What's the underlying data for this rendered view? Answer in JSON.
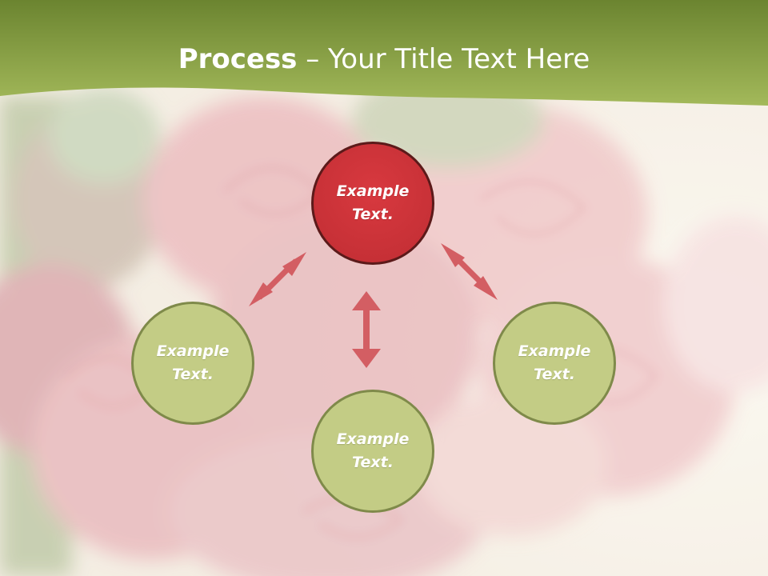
{
  "title": {
    "bold": "Process",
    "rest": " – Your Title Text Here"
  },
  "nodes": {
    "center": {
      "text": "Example\nText."
    },
    "left": {
      "text": "Example\nText."
    },
    "bottom": {
      "text": "Example\nText."
    },
    "right": {
      "text": "Example\nText."
    }
  },
  "colors": {
    "header_green": "#8fa84a",
    "header_dark": "#6b8430",
    "accent_red": "#d0353b",
    "node_green": "#c3cc85",
    "arrow_red": "#d35e63"
  }
}
